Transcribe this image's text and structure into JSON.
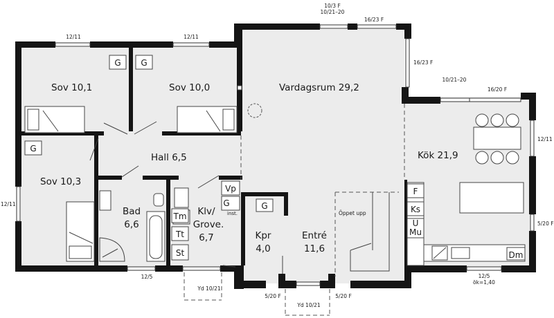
{
  "rooms": {
    "sov1": "Sov 10,1",
    "sov2": "Sov 10,0",
    "sov3": "Sov 10,3",
    "hall": "Hall 6,5",
    "vardagsrum": "Vardagsrum 29,2",
    "kok": "Kök 21,9",
    "bad_name": "Bad",
    "bad_area": "6,6",
    "klv_line1": "Klv/",
    "klv_line2": "Grove.",
    "klv_area": "6,7",
    "kpr_name": "Kpr",
    "kpr_area": "4,0",
    "entre_name": "Entré",
    "entre_area": "11,6"
  },
  "fixtures": {
    "g": "G",
    "vp": "Vp",
    "g_inst": "G",
    "inst": "inst.",
    "tm": "Tm",
    "tt": "Tt",
    "st": "St",
    "f": "F",
    "ks": "Ks",
    "u": "U",
    "mu": "Mu",
    "dm": "Dm",
    "oppet_upp": "Öppet upp"
  },
  "dimensions": {
    "top_a": "10/3 F",
    "top_b": "10/21–20",
    "win_top_right": "16/23 F",
    "win_side_right": "16/23 F",
    "kitchen_a": "10/21–20",
    "kitchen_b": "16/20 F",
    "sov1_win": "12/11",
    "sov2_win": "12/11",
    "left_win": "12/11",
    "right_win": "12/11",
    "right_low_win": "5/20 F",
    "bad_win": "12/5",
    "kitchen_bottom_a": "12/5",
    "kitchen_bottom_b": "ök=1,40",
    "yd_left": "Yd 10/21",
    "entry_left": "5/20 F",
    "entry_right": "5/20 F",
    "yd_front": "Yd 10/21"
  }
}
